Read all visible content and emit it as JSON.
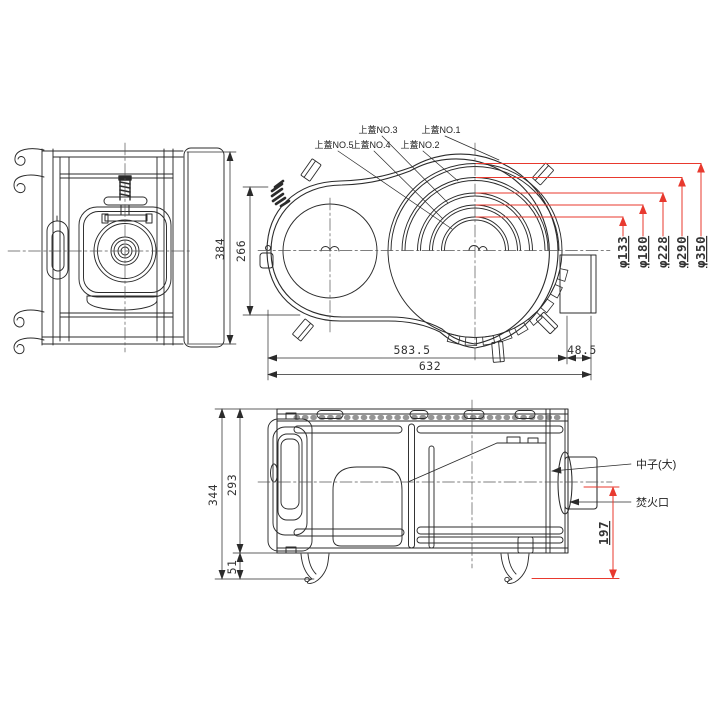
{
  "colors": {
    "line": "#2b2b2b",
    "red": "#e8392e",
    "centerline": "#555555",
    "background": "#ffffff"
  },
  "front_view": {
    "height_dim": "384"
  },
  "top_view": {
    "lid_labels": [
      "上蓋NO.1",
      "上蓋NO.2",
      "上蓋NO.3",
      "上蓋NO.4",
      "上蓋NO.5"
    ],
    "diameter_labels": [
      "φ133",
      "φ180",
      "φ228",
      "φ290",
      "φ350"
    ],
    "left_depth_dim": "266",
    "body_width_dim": "583.5",
    "flue_width_dim": "48.5",
    "total_width_dim": "632"
  },
  "side_view": {
    "total_height_dim": "344",
    "body_height_dim": "293",
    "base_height_dim": "51",
    "flue_center_height_dim": "197",
    "callout_core": "中子(大)",
    "callout_fire_port": "焚火口"
  }
}
